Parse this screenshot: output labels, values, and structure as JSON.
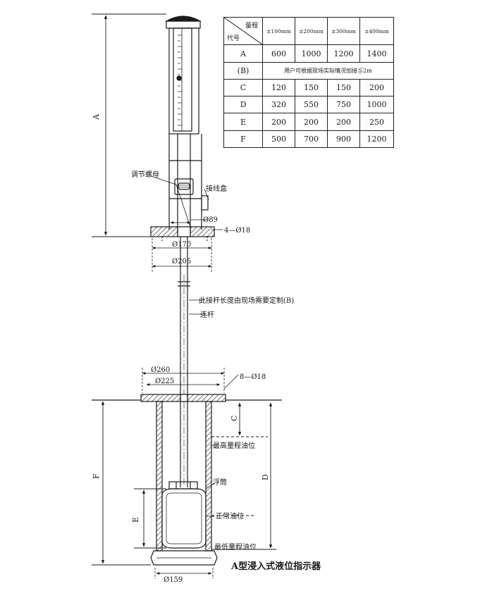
{
  "table": {
    "corner_top": "量程",
    "corner_bottom": "代号",
    "ranges": [
      "±100mm",
      "±200mm",
      "±300mm",
      "±400mm"
    ],
    "rows": [
      {
        "code": "A",
        "values": [
          "600",
          "1000",
          "1200",
          "1400"
        ]
      },
      {
        "code": "(B)",
        "note": "用户可根据现场实际情况加接≦2m"
      },
      {
        "code": "C",
        "values": [
          "120",
          "150",
          "150",
          "200"
        ]
      },
      {
        "code": "D",
        "values": [
          "320",
          "550",
          "750",
          "1000"
        ]
      },
      {
        "code": "E",
        "values": [
          "200",
          "200",
          "200",
          "250"
        ]
      },
      {
        "code": "F",
        "values": [
          "500",
          "700",
          "900",
          "1200"
        ]
      }
    ]
  },
  "labels": {
    "adjust_nut": "调节螺母",
    "junction_box": "接线盒",
    "d89": "Ø89",
    "holes_4": "4—Ø18",
    "d170": "Ø170",
    "d205": "Ø205",
    "rod_note": "此接杆长度由现场需要定制(B)",
    "rod": "连杆",
    "d260": "Ø260",
    "d225": "Ø225",
    "holes_8": "8—Ø18",
    "max_level": "最高量程油位",
    "float": "浮筒",
    "normal_level": "正常油位",
    "min_level": "最低量程油位",
    "d159": "Ø159",
    "dim_A": "A",
    "dim_C": "C",
    "dim_D": "D",
    "dim_E": "E",
    "dim_F": "F"
  },
  "caption": "A型浸入式液位指示器"
}
